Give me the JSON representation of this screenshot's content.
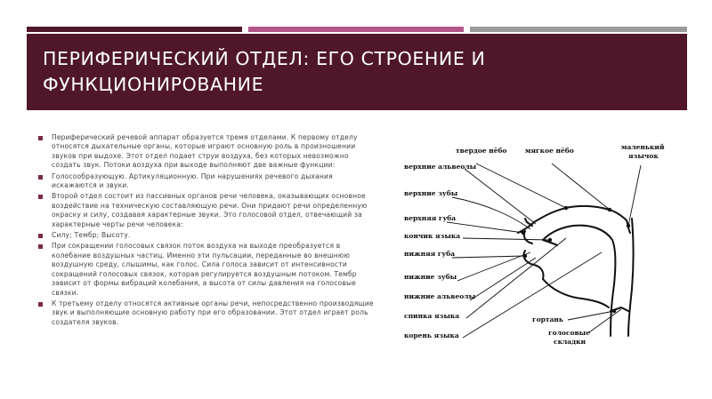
{
  "slide": {
    "title": "Периферический отдел: его строение и функционирование",
    "colors": {
      "title_band": "#4f1729",
      "bar_dark": "#4f1729",
      "bar_pink": "#b4568a",
      "bar_gray": "#9b9b9b",
      "bullet": "#7b2a40"
    }
  },
  "bullets": [
    "Периферический речевой аппарат образуется тремя отделами. К первому отделу относятся дыхательные органы, которые играют основную роль в произношении звуков при выдохе. Этот отдел подает струи воздуха, без которых невозможно создать звук. Потоки воздуха при выходе выполняют две важные функции:",
    "Голосообразующую. Артикуляционную. При нарушениях речевого дыхания искажаются и звуки.",
    "Второй отдел состоит из пассивных органов речи человека, оказывающих основное воздействие на техническую составляющую речи. Они придают речи определенную окраску и силу, создавая характерные звуки. Это голосовой отдел, отвечающий за характерные черты речи человека:",
    "Силу; Тембр; Высоту.",
    "При сокращении голосовых связок поток воздуха на выходе преобразуется в колебание воздушных частиц. Именно эти пульсации, переданные во внешнюю воздушную среду, слышимы, как голос. Сила голоса зависит от интенсивности сокращений голосовых связок, которая регулируется воздушным потоком. Тембр зависит от формы вибраций колебания, а высота от силы давления на голосовые связки.",
    "К третьему отделу относятся активные органы речи, непосредственно производящие звук и выполняющие основную работу при его образовании. Этот отдел играет роль создателя звуков."
  ],
  "diagram": {
    "labels": {
      "hard_palate": "твердое нёбо",
      "soft_palate": "мягкое нёбо",
      "uvula_1": "маленький",
      "uvula_2": "язычок",
      "upper_alveoli": "верхние альвеолы",
      "upper_teeth": "верхние зубы",
      "upper_lip": "верхняя губа",
      "tongue_tip": "кончик языка",
      "lower_lip": "нижняя губа",
      "lower_teeth": "нижние зубы",
      "lower_alveoli": "нижние альвеолы",
      "tongue_back": "спинка языка",
      "tongue_root": "корень языка",
      "larynx": "гортань",
      "vocal_folds_1": "голосовые",
      "vocal_folds_2": "складки"
    }
  }
}
